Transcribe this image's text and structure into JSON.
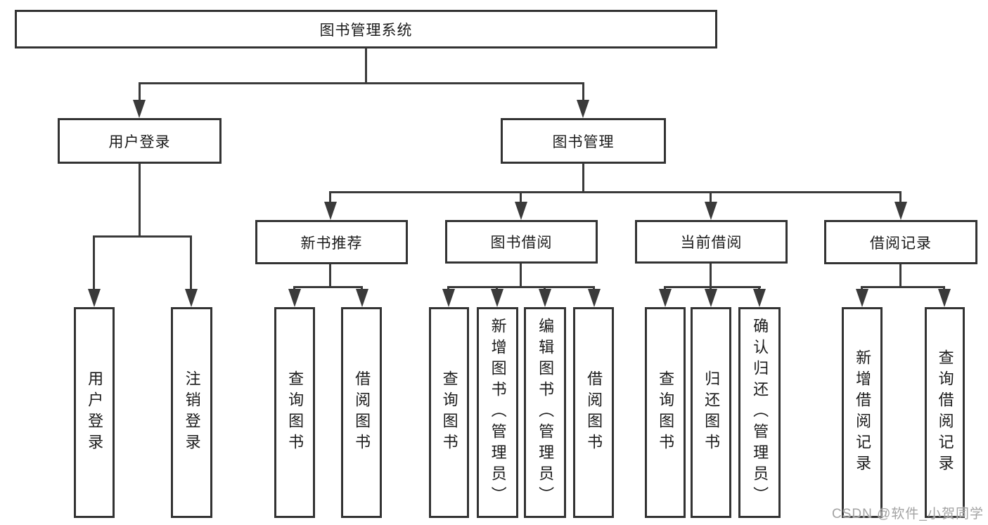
{
  "diagram": {
    "root": {
      "label": "图书管理系统"
    },
    "level2": [
      {
        "label": "用户登录"
      },
      {
        "label": "图书管理"
      }
    ],
    "level3": [
      {
        "label": "新书推荐"
      },
      {
        "label": "图书借阅"
      },
      {
        "label": "当前借阅"
      },
      {
        "label": "借阅记录"
      }
    ],
    "leaves": {
      "user_login": [
        "用户登录",
        "注销登录"
      ],
      "new_book_rec": [
        "查询图书",
        "借阅图书"
      ],
      "book_borrow": [
        "查询图书",
        "新增图书（管理员）",
        "编辑图书（管理员）",
        "借阅图书"
      ],
      "current_borrow": [
        "查询图书",
        "归还图书",
        "确认归还（管理员）"
      ],
      "borrow_record": [
        "新增借阅记录",
        "查询借阅记录"
      ]
    }
  },
  "watermark": {
    "text": "CSDN @软件_小贺同学"
  },
  "colors": {
    "line": "#3a3a3a",
    "border": "#333333",
    "text": "#1b1b1b",
    "watermark": "#a3a3a3",
    "background": "#ffffff"
  }
}
